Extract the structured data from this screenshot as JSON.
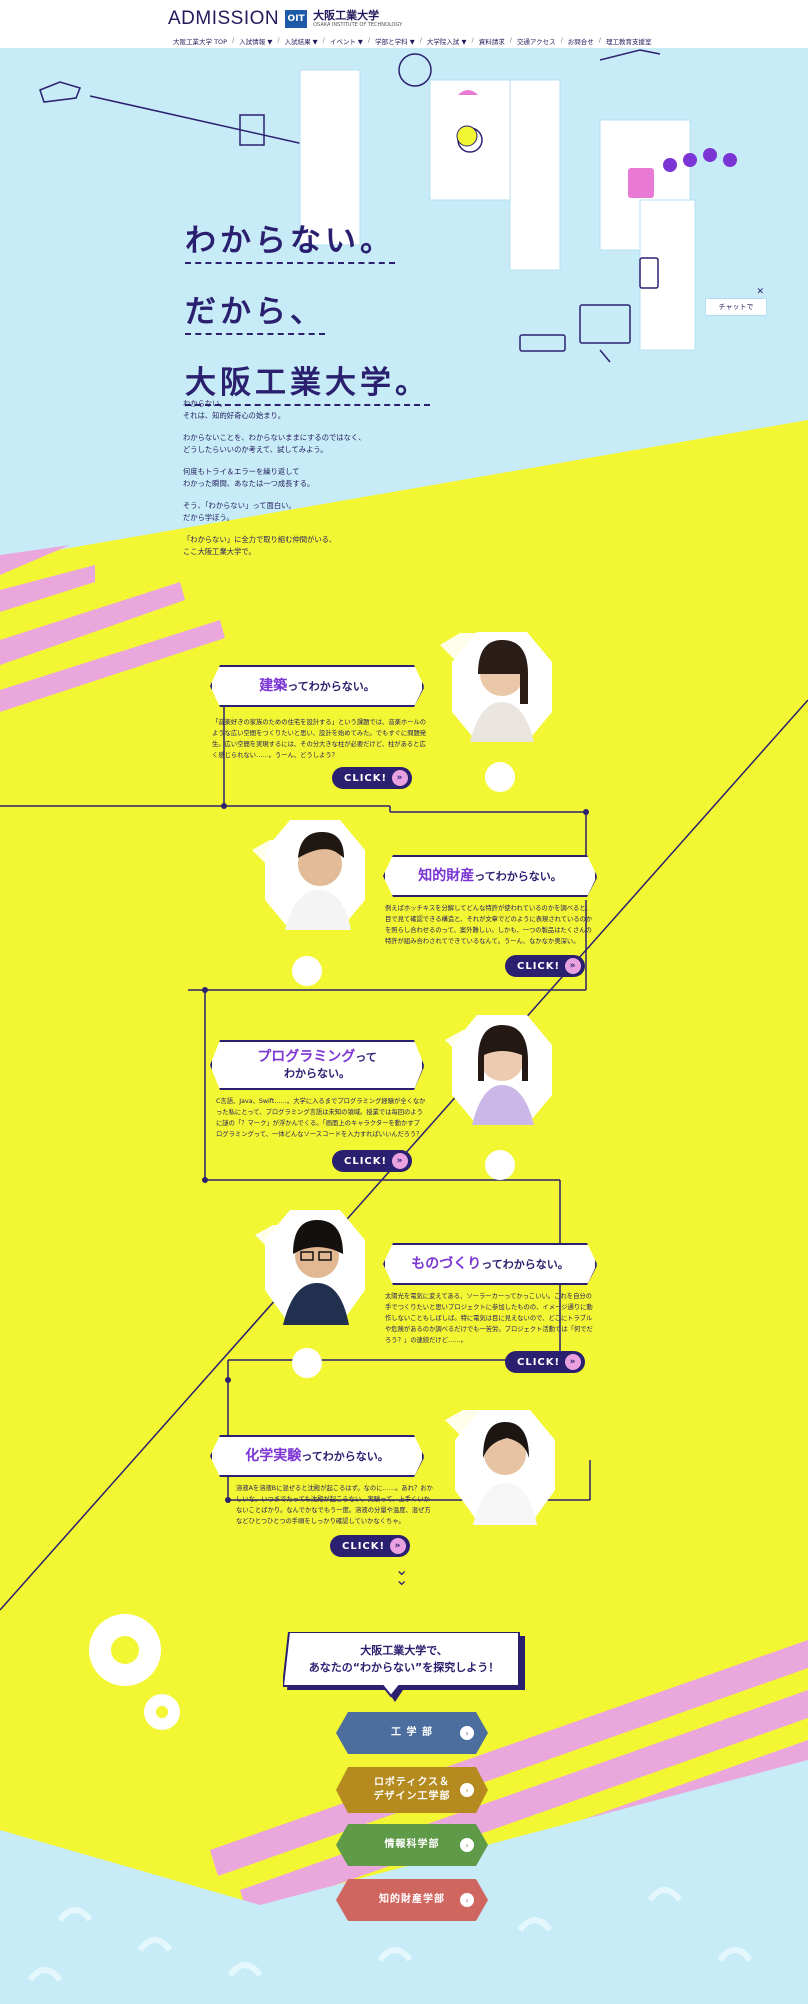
{
  "header": {
    "admission": "ADMISSION",
    "logo_mark": "OIT",
    "univ_name": "大阪工業大学",
    "univ_name_en": "OSAKA INSTITUTE OF TECHNOLOGY",
    "nav": [
      "大阪工業大学 TOP",
      "入試情報 ▼",
      "入試結果 ▼",
      "イベント ▼",
      "学部と学科 ▼",
      "大学院入試 ▼",
      "資料請求",
      "交通アクセス",
      "お問合せ",
      "理工教育支援室"
    ]
  },
  "hero": {
    "lines": [
      "わからない。",
      "だから、",
      "大阪工業大学。"
    ],
    "chat_label": "チャットで"
  },
  "intro": {
    "paragraphs": [
      "わからない。\nそれは、知的好奇心の始まり。",
      "わからないことを、わからないままにするのではなく、\nどうしたらいいのか考えて、試してみよう。",
      "何度もトライ＆エラーを繰り返して\nわかった瞬間、あなたは一つ成長する。",
      "そう、「わからない」って面白い。\nだから学ぼう。",
      "「わからない」に全力で取り組む仲間がいる、\nここ大阪工業大学で。"
    ]
  },
  "sections": [
    {
      "highlight": "建築",
      "rest": "ってわからない。",
      "desc": "「音楽好きの家族のための住宅を設計する」という課題では、音楽ホールのような広い空間をつくりたいと思い、設計を始めてみた。でもすぐに問題発生。広い空間を実現するには、その分大きな柱が必要だけど、柱があると広く感じられない……。うーん、どうしよう？",
      "click": "CLICK!"
    },
    {
      "highlight": "知的財産",
      "rest": "ってわからない。",
      "desc": "例えばホッチキスを分解してどんな特許が使われているのかを調べると、目で見て確認できる構造と、それが文章でどのように表現されているのかを照らし合わせるのって、案外難しい。しかも、一つの製品はたくさんの特許が組み合わされてできているなんて。うーん、なかなか奥深い。",
      "click": "CLICK!"
    },
    {
      "highlight": "プログラミング",
      "rest": "って",
      "rest2": "わからない。",
      "desc": "C言語、Java、Swift……。大学に入るまでプログラミング経験が全くなかった私にとって、プログラミング言語は未知の領域。授業では毎回のように謎の「？マーク」が浮かんでくる。「画面上のキャラクターを動かすプログラミングって、一体どんなソースコードを入力すればいいんだろう？",
      "click": "CLICK!"
    },
    {
      "highlight": "ものづくり",
      "rest": "ってわからない。",
      "desc": "太陽光を電気に変えてある、ソーラーカーってかっこいい。これを自分の手でつくりたいと思いプロジェクトに参加したものの、イメージ通りに動作しないこともしばしば。特に電気は目に見えないので、どこにトラブルや危険があるのか調べるだけでも一苦労。プロジェクト活動では「何でだろう？」の連続だけど……。",
      "click": "CLICK!"
    },
    {
      "highlight": "化学実験",
      "rest": "ってわからない。",
      "desc": "溶液Aを溶液Bに混ぜると沈殿が起こるはず。なのに……。あれ？おかしいな。いつまでたっても沈殿が起こらない。実験って、上手くいかないことばかり。なんでかなでもう一度。溶液の分量や温度、混ぜ方などひとつひとつの手順をしっかり確認していかなくちゃ。",
      "click": "CLICK!"
    }
  ],
  "cta": {
    "line1": "大阪工業大学で、",
    "line2": "あなたの“わからない”を探究しよう！"
  },
  "departments": [
    {
      "label": "工 学 部",
      "color": "#4c6e9e"
    },
    {
      "label": "ロボティクス＆\nデザイン工学部",
      "color": "#b58a1e"
    },
    {
      "label": "情報科学部",
      "color": "#5f9a48"
    },
    {
      "label": "知的財産学部",
      "color": "#d06660"
    }
  ],
  "colors": {
    "navy": "#2b2070",
    "yellow": "#f3f633",
    "sky": "#c7ecf7",
    "pink": "#eaa7dc",
    "purple": "#7b35d4"
  }
}
